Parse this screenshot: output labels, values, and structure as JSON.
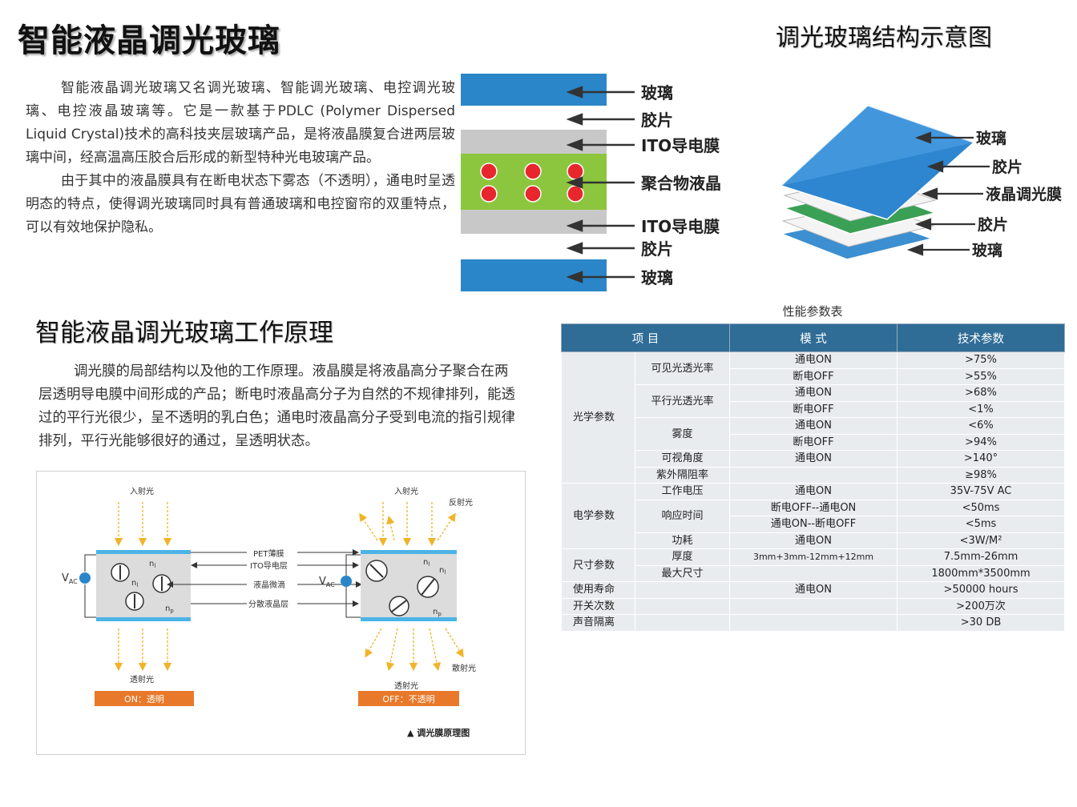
{
  "title": "智能液晶调光玻璃",
  "structure_title": "调光玻璃结构示意图",
  "intro": {
    "p1": "智能液晶调光玻璃又名调光玻璃、智能调光玻璃、电控调光玻璃、电控液晶玻璃等。它是一款基于PDLC (Polymer Dispersed Liquid Crystal)技术的高科技夹层玻璃产品，是将液晶膜复合进两层玻璃中间，经高温高压胶合后形成的新型特种光电玻璃产品。",
    "p2": "由于其中的液晶膜具有在断电状态下雾态（不透明），通电时呈透明态的特点，使得调光玻璃同时具有普通玻璃和电控窗帘的双重特点，可以有效地保护隐私。"
  },
  "cross_section": {
    "labels": [
      "玻璃",
      "胶片",
      "ITO导电膜",
      "聚合物液晶",
      "ITO导电膜",
      "胶片",
      "玻璃"
    ]
  },
  "exploded": {
    "labels": [
      "玻璃",
      "胶片",
      "液晶调光膜",
      "胶片",
      "玻璃"
    ]
  },
  "work": {
    "title": "智能液晶调光玻璃工作原理",
    "text": "调光膜的局部结构以及他的工作原理。液晶膜是将液晶高分子聚合在两层透明导电膜中间形成的产品；断电时液晶高分子为自然的不规律排列，能透过的平行光很少，呈不透明的乳白色；通电时液晶高分子受到电流的指引规律排列，平行光能够很好的通过，呈透明状态。"
  },
  "principle": {
    "incident": "入射光",
    "reflected": "反射光",
    "transmitted": "透射光",
    "scattered": "散射光",
    "pet": "PET薄膜",
    "ito": "ITO导电层",
    "droplet": "液晶微滴",
    "dispersed": "分散液晶层",
    "vac": "V",
    "vac_sub": "AC",
    "nl": "n",
    "nl_sub": "l",
    "np": "n",
    "np_sub": "p",
    "on_label": "ON：透明",
    "off_label": "OFF：不透明",
    "caption": "▲ 调光膜原理图"
  },
  "table": {
    "caption": "性能参数表",
    "headers": [
      "项 目",
      "模 式",
      "技术参数"
    ],
    "rows": [
      {
        "group": "光学参数",
        "item": "可见光透光率",
        "mode": "通电ON",
        "value": ">75%"
      },
      {
        "group": "",
        "item": "",
        "mode": "断电OFF",
        "value": ">55%"
      },
      {
        "group": "",
        "item": "平行光透光率",
        "mode": "通电ON",
        "value": ">68%"
      },
      {
        "group": "",
        "item": "",
        "mode": "断电OFF",
        "value": "<1%"
      },
      {
        "group": "",
        "item": "雾度",
        "mode": "通电ON",
        "value": "<6%"
      },
      {
        "group": "",
        "item": "",
        "mode": "断电OFF",
        "value": ">94%"
      },
      {
        "group": "",
        "item": "可视角度",
        "mode": "通电ON",
        "value": ">140°"
      },
      {
        "group": "",
        "item": "紫外隔阻率",
        "mode": "",
        "value": "≥98%"
      },
      {
        "group": "电学参数",
        "item": "工作电压",
        "mode": "通电ON",
        "value": "35V-75V AC"
      },
      {
        "group": "",
        "item": "响应时间",
        "mode": "断电OFF--通电ON",
        "value": "<50ms"
      },
      {
        "group": "",
        "item": "",
        "mode": "通电ON--断电OFF",
        "value": "<5ms"
      },
      {
        "group": "",
        "item": "功耗",
        "mode": "通电ON",
        "value": "<3W/M²"
      },
      {
        "group": "尺寸参数",
        "item": "厚度",
        "mode": "3mm+3mm-12mm+12mm",
        "value": "7.5mm-26mm"
      },
      {
        "group": "",
        "item": "最大尺寸",
        "mode": "",
        "value": "1800mm*3500mm"
      },
      {
        "group": "使用寿命",
        "item": "",
        "mode": "通电ON",
        "value": ">50000 hours"
      },
      {
        "group": "开关次数",
        "item": "",
        "mode": "",
        "value": ">200万次"
      },
      {
        "group": "声音隔离",
        "item": "",
        "mode": "",
        "value": ">30 DB"
      }
    ]
  },
  "colors": {
    "glass_blue": "#2b86c9",
    "film_gray": "#c8c8c8",
    "lc_green": "#8cc63e",
    "droplet_red": "#e8262d",
    "table_header": "#2f6c96",
    "orange": "#e8792a"
  }
}
